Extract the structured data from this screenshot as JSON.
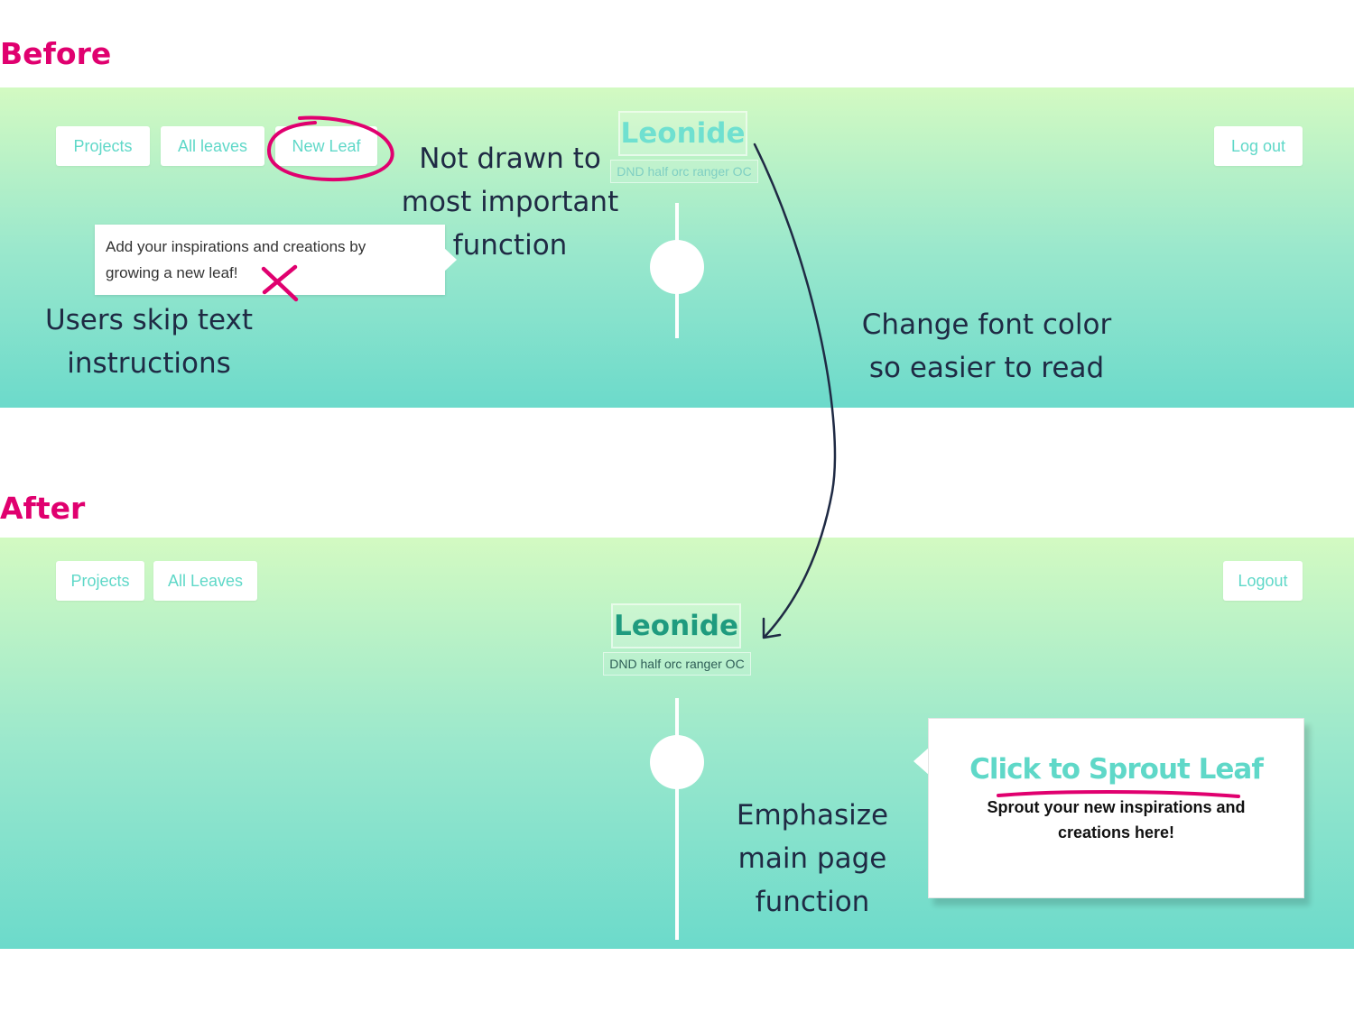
{
  "before": {
    "heading": "Before",
    "nav": {
      "projects": "Projects",
      "all_leaves": "All leaves",
      "new_leaf": "New Leaf",
      "log_out": "Log out"
    },
    "title": "Leonide",
    "subtitle": "DND half orc ranger OC",
    "tooltip_line1": "Add your inspirations and creations by",
    "tooltip_line2": "growing a new leaf!",
    "note_not_drawn": [
      "Not drawn to",
      "most important",
      "function"
    ],
    "note_skip_text": [
      "Users skip text",
      "instructions"
    ],
    "note_font_color": [
      "Change font color",
      "so easier to read"
    ]
  },
  "after": {
    "heading": "After",
    "nav": {
      "projects": "Projects",
      "all_leaves": "All Leaves",
      "logout": "Logout"
    },
    "title": "Leonide",
    "subtitle": "DND half orc ranger OC",
    "cta_title": "Click to Sprout Leaf",
    "cta_line1": "Sprout your new inspirations and",
    "cta_line2": "creations here!",
    "note_emphasize": [
      "Emphasize",
      "main page",
      "function"
    ]
  },
  "colors": {
    "accent": "#e0006f",
    "brand": "#5fd8c8",
    "brand_dark": "#1f9b7f",
    "ink": "#1f2a44"
  },
  "icons": {
    "rejected": "x-mark-icon",
    "highlight": "circle-annotation-icon",
    "arrow": "curved-arrow-icon"
  }
}
